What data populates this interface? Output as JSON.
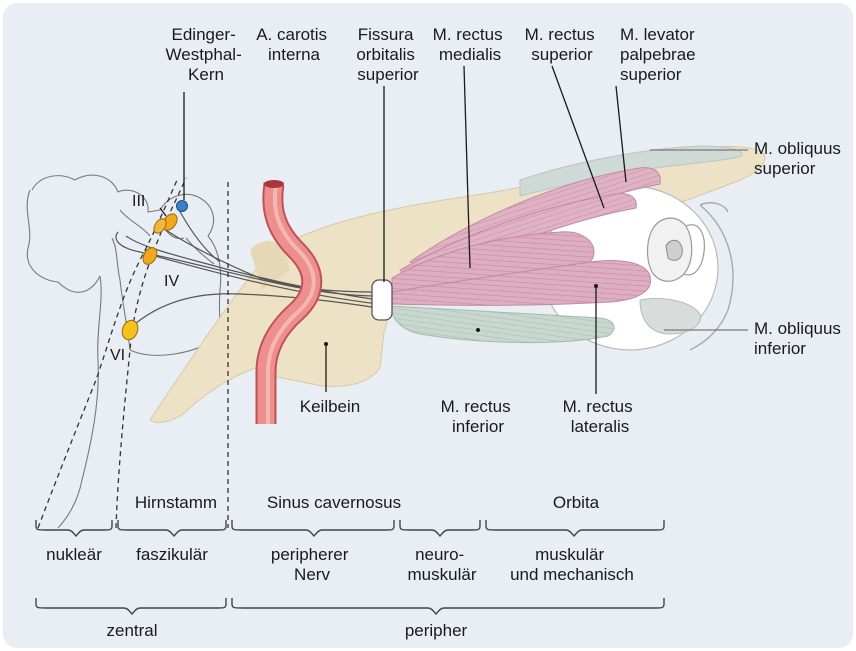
{
  "labels": {
    "edinger": [
      "Edinger-",
      "Westphal-",
      "Kern"
    ],
    "carotis": [
      "A. carotis",
      "interna"
    ],
    "fissura": [
      "Fissura",
      "orbitalis",
      "superior"
    ],
    "rectus_medialis": [
      "M. rectus",
      "medialis"
    ],
    "rectus_superior": [
      "M. rectus",
      "superior"
    ],
    "levator": [
      "M. levator",
      "palpebrae",
      "superior"
    ],
    "obliquus_superior": [
      "M. obliquus",
      "superior"
    ],
    "obliquus_inferior": [
      "M. obliquus",
      "inferior"
    ],
    "rectus_lateralis": [
      "M. rectus",
      "lateralis"
    ],
    "rectus_inferior": [
      "M. rectus",
      "inferior"
    ],
    "keilbein": "Keilbein",
    "nucleus_III": "III",
    "nucleus_IV": "IV",
    "nucleus_VI": "VI"
  },
  "regions": {
    "hirnstamm": "Hirnstamm",
    "sinus": "Sinus cavernosus",
    "orbita": "Orbita"
  },
  "segments": {
    "nuklear": "nukleär",
    "faszikular": "faszikulär",
    "peripherer_nerv": [
      "peripherer",
      "Nerv"
    ],
    "neuromuskular": [
      "neuro-",
      "muskulär"
    ],
    "muskular": [
      "muskulär",
      "und mechanisch"
    ]
  },
  "groups": {
    "zentral": "zentral",
    "peripher": "peripher"
  },
  "colors": {
    "background": "#e9eef5",
    "bone": "#ede2c6",
    "muscle": "#dcb0c2",
    "muscle_dark": "#c98aa4",
    "muscle_inferior": "#c5d5cb",
    "artery": "#e07a7a",
    "nucleus": "#f0a81e",
    "nucleus_ew": "#3b7fc4"
  }
}
